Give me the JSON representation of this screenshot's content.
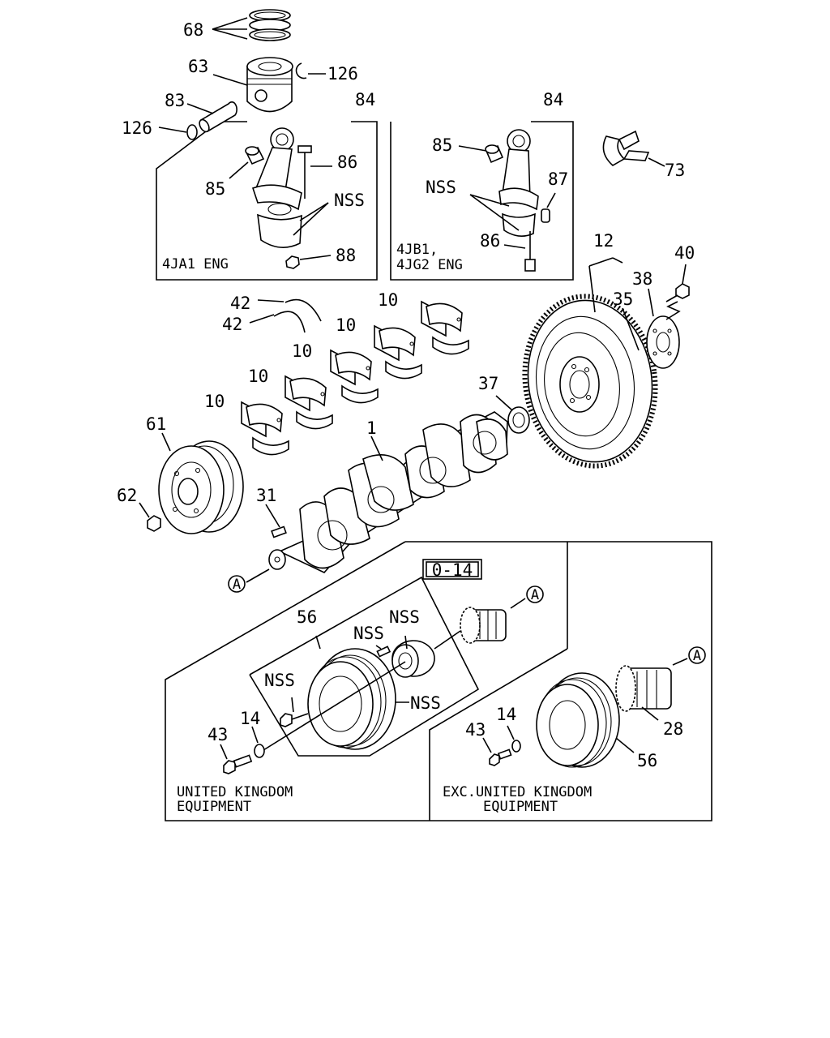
{
  "callouts": {
    "c68": "68",
    "c63": "63",
    "c126a": "126",
    "c83": "83",
    "c126b": "126",
    "c84a": "84",
    "c84b": "84",
    "c85a": "85",
    "c86a": "86",
    "c88": "88",
    "c85b": "85",
    "c87": "87",
    "c86b": "86",
    "c73": "73",
    "nss1": "NSS",
    "nss2": "NSS",
    "nss3": "NSS",
    "nss4": "NSS",
    "nss5": "NSS",
    "nss6": "NSS",
    "c42a": "42",
    "c42b": "42",
    "c10a": "10",
    "c10b": "10",
    "c10c": "10",
    "c10d": "10",
    "c10e": "10",
    "c12": "12",
    "c40": "40",
    "c38": "38",
    "c35": "35",
    "c37": "37",
    "c1": "1",
    "c61": "61",
    "c62": "62",
    "c31": "31",
    "c56a": "56",
    "c56b": "56",
    "c14a": "14",
    "c14b": "14",
    "c43a": "43",
    "c43b": "43",
    "c28": "28"
  },
  "refs": {
    "ref_a": "A",
    "ref_b": "A",
    "ref_c": "A",
    "ref_box": "0-14"
  },
  "captions": {
    "eng_4ja1": "4JA1 ENG",
    "eng_4jb1_line1": "4JB1,",
    "eng_4jb1_line2": "4JG2 ENG",
    "uk_line1": "UNITED KINGDOM",
    "uk_line2": "EQUIPMENT",
    "exc_line1": "EXC.UNITED KINGDOM",
    "exc_line2": "EQUIPMENT"
  }
}
